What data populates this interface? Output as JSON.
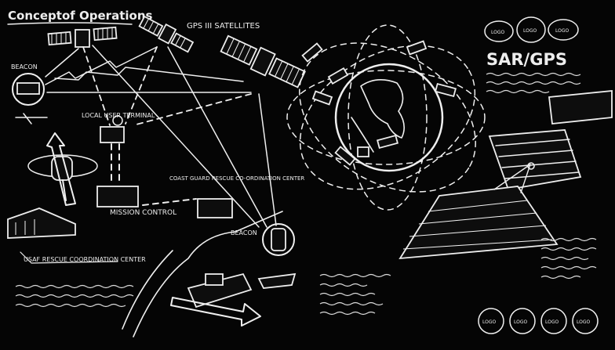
{
  "title": "Conceptof Operations",
  "labels": {
    "gps_satellites": "GPS III SATELLITES",
    "beacon_top": "BEACON",
    "local_user_terminal": "LOCAL USER TERMINAL",
    "mission_control": "MISSION CONTROL",
    "coast_guard": "COAST GUARD RESCUE CO-ORDINATION CENTER",
    "usaf_center": "USAF RESCUE COORDINATION CENTER",
    "beacon_bottom": "BEACON",
    "sar_gps": "SAR/GPS"
  },
  "logos": {
    "top": [
      "LOGO",
      "LOGO",
      "LOGO"
    ],
    "bottom": [
      "LOGO",
      "LOGO",
      "LOGO",
      "LOGO"
    ]
  },
  "colors": {
    "background": "#050505",
    "ink": "#efefef"
  }
}
